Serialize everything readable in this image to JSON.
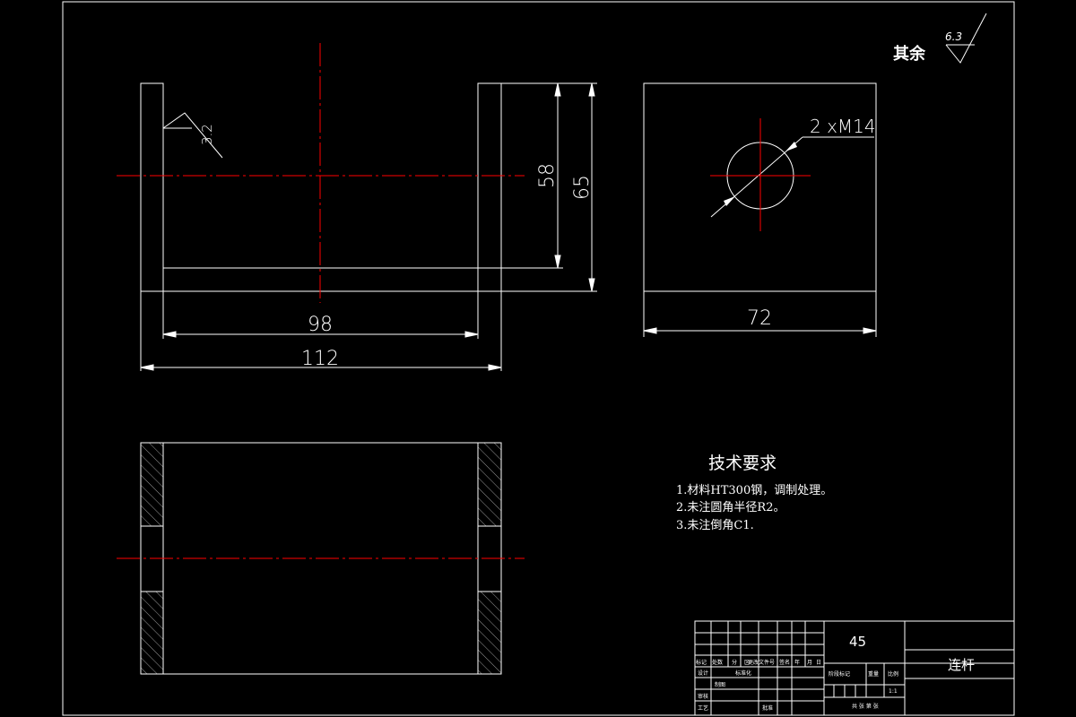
{
  "colors": {
    "background": "#000000",
    "line": "#ffffff",
    "centerline": "#ff0000"
  },
  "front_view": {
    "dim_inner_width": "98",
    "dim_outer_width": "112",
    "dim_inner_height": "58",
    "dim_outer_height": "65",
    "roughness_value": "3.2"
  },
  "side_view": {
    "dim_width": "72",
    "thread_callout": "2 xM14"
  },
  "roughness_note": {
    "label": "其余",
    "value": "6.3"
  },
  "tech_requirements": {
    "title": "技术要求",
    "items": [
      "1.材料HT300钢，调制处理。",
      "2.未注圆角半径R2。",
      "3.未注倒角C1."
    ]
  },
  "title_block": {
    "material": "45",
    "part_name": "连杆",
    "headers": [
      "标记",
      "处数",
      "分",
      "区",
      "更改文件号",
      "签名",
      "年",
      "月",
      "日"
    ],
    "row_design": "设计",
    "row_standardization": "标准化",
    "row_drafting": "制图",
    "row_review": "审核",
    "row_process": "工艺",
    "row_approve": "批准",
    "stage_label": "阶段标记",
    "weight_label": "重量",
    "scale_label": "比例",
    "scale_value": "1:1",
    "sheet_info": "共 张 第 张"
  }
}
